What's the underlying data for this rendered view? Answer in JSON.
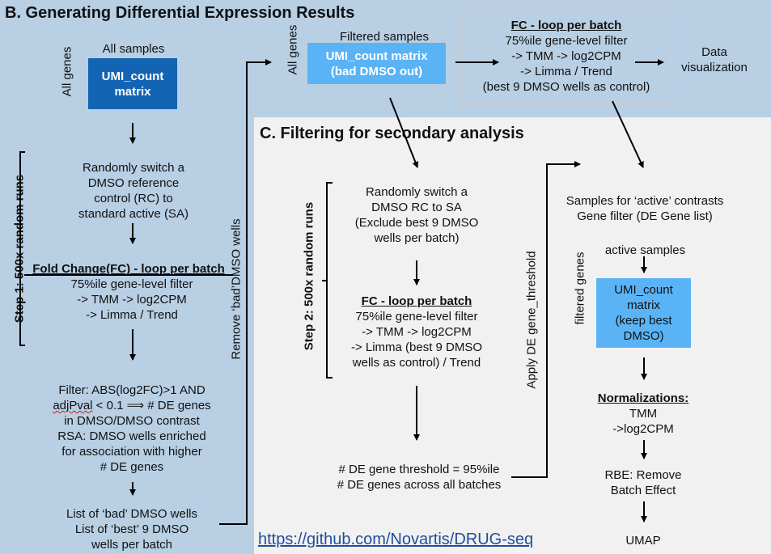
{
  "panel_b": {
    "title": "B. Generating Differential Expression Results",
    "all_samples": "All samples",
    "all_genes_left": "All genes",
    "umi_box": [
      "UMI_count",
      "matrix"
    ],
    "step1": "Step 1: 500x random runs",
    "switch_text": [
      "Randomly switch a",
      "DMSO reference",
      "control (RC) to",
      "standard active (SA)"
    ],
    "fc_title": "Fold Change(FC) - loop per batch",
    "fc_lines": [
      "75%ile gene-level filter",
      "-> TMM -> log2CPM",
      "-> Limma / Trend"
    ],
    "filter_lines": {
      "l1": "Filter: ABS(log2FC)>1 AND",
      "l2_word": "adjPval",
      "l2_rest": " < 0.1 ⟹ # DE genes",
      "l3": "in DMSO/DMSO contrast",
      "l4": "RSA: DMSO wells enriched",
      "l5": "for association with higher",
      "l6": "# DE genes"
    },
    "list_lines": [
      "List of ‘bad’ DMSO wells",
      "List of ‘best’ 9 DMSO",
      "wells per batch"
    ],
    "remove_bad": "Remove ‘bad’DMSO wells",
    "all_genes_mid": "All genes",
    "filtered_samples": "Filtered samples",
    "umi_bad_box": [
      "UMI_count matrix",
      "(bad DMSO out)"
    ],
    "fc_batch_title": "FC - loop per batch",
    "fc_batch_lines": [
      "75%ile gene-level filter",
      "-> TMM -> log2CPM",
      "-> Limma / Trend",
      "(best 9 DMSO wells as control)"
    ],
    "data_vis": [
      "Data",
      "visualization"
    ]
  },
  "panel_c": {
    "title": "C. Filtering for secondary analysis",
    "step2": "Step 2: 500x random runs",
    "switch_text": [
      "Randomly switch a",
      "DMSO RC to SA",
      "(Exclude  best 9 DMSO",
      "wells per batch)"
    ],
    "fc_title": "FC - loop per batch",
    "fc_lines": [
      "75%ile gene-level filter",
      "-> TMM -> log2CPM",
      "-> Limma (best 9 DMSO",
      "wells as control) / Trend"
    ],
    "threshold_lines": [
      "# DE gene threshold = 95%ile",
      "# DE genes across all batches"
    ],
    "apply_threshold": "Apply DE gene_threshold",
    "active_lines": [
      "Samples for ‘active’ contrasts",
      "Gene filter (DE Gene list)"
    ],
    "active_samples": "active samples",
    "filtered_genes": "filtered genes",
    "umi_keep_box": [
      "UMI_count",
      "matrix",
      "(keep best",
      "DMSO)"
    ],
    "norm_title": "Normalizations:",
    "norm_lines": [
      "TMM",
      "->log2CPM"
    ],
    "rbe_lines": [
      "RBE: Remove",
      "Batch Effect"
    ],
    "umap": "UMAP",
    "link": "https://github.com/Novartis/DRUG-seq"
  },
  "colors": {
    "panel_b_bg": "#b8cfe4",
    "panel_c_bg": "#f1f1f1",
    "dark_box": "#1464b4",
    "light_box": "#5ab3f5",
    "link": "#1f4e9c"
  }
}
